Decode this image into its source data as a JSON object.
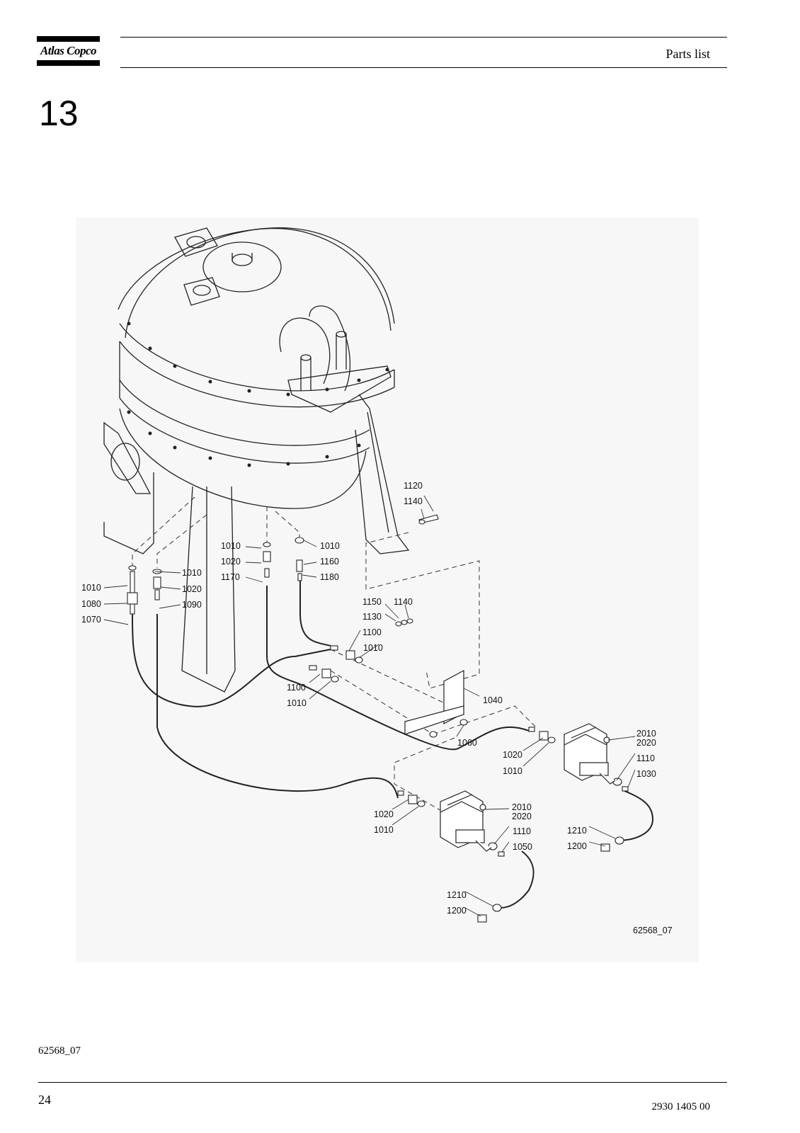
{
  "header": {
    "logo_text": "Atlas Copco",
    "section_title": "Parts list"
  },
  "chapter_number": "13",
  "figure": {
    "drawing_id": "62568_07",
    "callouts": {
      "c1120": "1120",
      "c1140a": "1140",
      "c1010a": "1010",
      "c1010b": "1010",
      "c1020a": "1020",
      "c1160": "1160",
      "c1170": "1170",
      "c1180": "1180",
      "c1010c": "1010",
      "c1010d": "1010",
      "c1020b": "1020",
      "c1080": "1080",
      "c1090": "1090",
      "c1070": "1070",
      "c1150": "1150",
      "c1140b": "1140",
      "c1130": "1130",
      "c1100a": "1100",
      "c1010e": "1010",
      "c1100b": "1100",
      "c1010f": "1010",
      "c1040": "1040",
      "c1060": "1060",
      "c2010a": "2010",
      "c2020a": "2020",
      "c1110a": "1110",
      "c1030": "1030",
      "c1020c": "1020",
      "c1010g": "1010",
      "c2010b": "2010",
      "c2020b": "2020",
      "c1110b": "1110",
      "c1050": "1050",
      "c1020d": "1020",
      "c1010h": "1010",
      "c1210a": "1210",
      "c1200a": "1200",
      "c1210b": "1210",
      "c1200b": "1200"
    }
  },
  "footer": {
    "figure_caption": "62568_07",
    "page_number": "24",
    "document_number": "2930 1405 00"
  }
}
